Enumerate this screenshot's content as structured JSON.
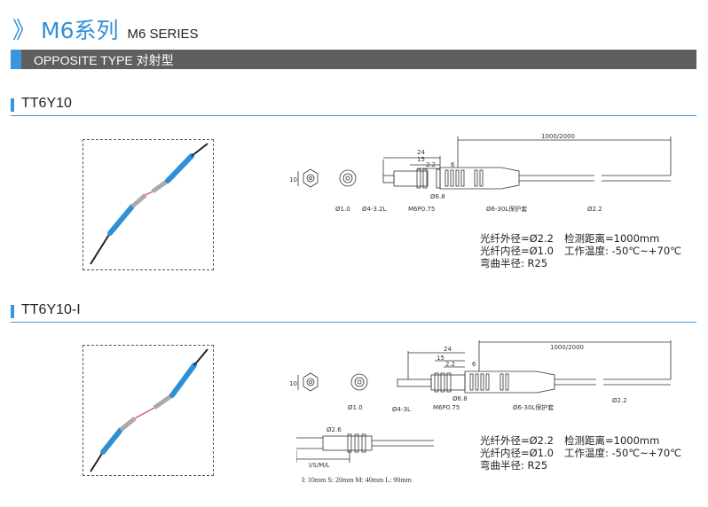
{
  "header": {
    "chevron": "》",
    "series_title": "M6系列",
    "series_subtitle": "M6 SERIES"
  },
  "category_bar": {
    "label": "OPPOSITE TYPE 对射型"
  },
  "products": [
    {
      "model": "TT6Y10",
      "drawing": {
        "len_24": "24",
        "len_15": "15",
        "len_2_2": "2.2",
        "len_6": "6",
        "cable_len": "1000/2000",
        "height_10": "10",
        "dia_1_0": "Ø1.0",
        "dia_4": "Ø4-3.2L",
        "thread": "M6P0.75",
        "dia_6_8": "Ø6.8",
        "dia_6_30": "Ø6-30L保护套",
        "dia_2_2": "Ø2.2"
      },
      "specs": {
        "outer_dia": "光纤外径=Ø2.2",
        "inner_dia": "光纤内径=Ø1.0",
        "bend_radius": "弯曲半径:  R25",
        "detect_distance": "检测距离=1000mm",
        "working_temp": "工作温度:  -50℃~+70℃"
      }
    },
    {
      "model": "TT6Y10-I",
      "drawing": {
        "len_24": "24",
        "len_15": "15",
        "len_2_2": "2.2",
        "len_6": "6",
        "cable_len": "1000/2000",
        "height_10": "10",
        "dia_1_0": "Ø1.0",
        "dia_4": "Ø4-3L",
        "thread": "M6P0.75",
        "dia_6_8": "Ø6.8",
        "dia_6_30": "Ø6-30L保护套",
        "dia_2_2": "Ø2.2",
        "dia_2_6": "Ø2.6",
        "sleeve_len": "I/S/M/L",
        "sleeve_note": "I: 10mm S: 20mm M: 40mm L: 90mm"
      },
      "specs": {
        "outer_dia": "光纤外径=Ø2.2",
        "inner_dia": "光纤内径=Ø1.0",
        "bend_radius": "弯曲半径:  R25",
        "detect_distance": "检测距离=1000mm",
        "working_temp": "工作温度:  -50℃~+70℃"
      }
    }
  ],
  "colors": {
    "accent": "#3b95dc",
    "bar": "#5f5f5f",
    "cable_blue": "#2f8fd6"
  }
}
